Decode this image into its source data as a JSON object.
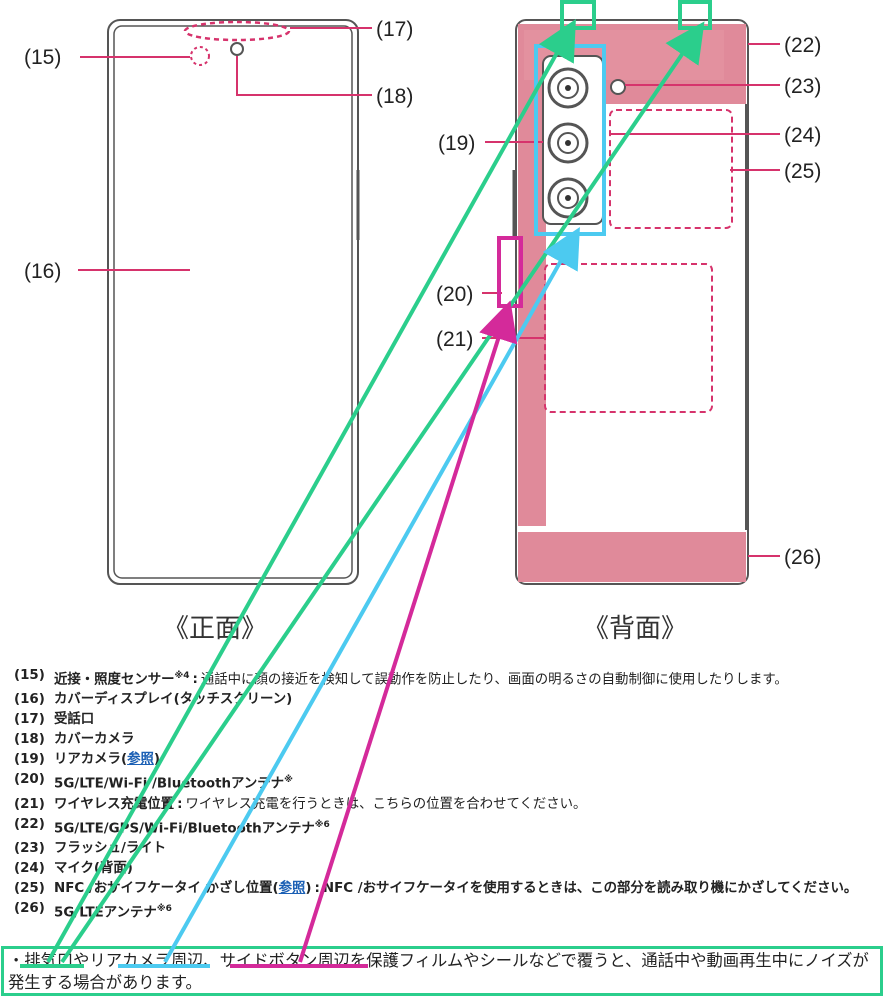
{
  "callouts": {
    "c15": "(15)",
    "c16": "(16)",
    "c17": "(17)",
    "c18": "(18)",
    "c19": "(19)",
    "c20": "(20)",
    "c21": "(21)",
    "c22": "(22)",
    "c23": "(23)",
    "c24": "(24)",
    "c25": "(25)",
    "c26": "(26)"
  },
  "captions": {
    "front": "《正面》",
    "back": "《背面》"
  },
  "items": [
    {
      "num": "(15)",
      "name": "近接・照度センサー",
      "sup": "※4",
      "sep": ":",
      "desc": "通話中に顔の接近を検知して誤動作を防止したり、画面の明るさの自動制御に使用したりします。"
    },
    {
      "num": "(16)",
      "name": "カバーディスプレイ(タッチスクリーン)"
    },
    {
      "num": "(17)",
      "name": "受話口"
    },
    {
      "num": "(18)",
      "name": "カバーカメラ"
    },
    {
      "num": "(19)",
      "name": "リアカメラ(",
      "link": "参照",
      "post": ")"
    },
    {
      "num": "(20)",
      "name": "5G/LTE/Wi-Fi /Bluetoothアンテナ",
      "sup": "※"
    },
    {
      "num": "(21)",
      "name": "ワイヤレス充電位置",
      "sep": ":",
      "desc": "ワイヤレス充電を行うときは、こちらの位置を合わせてください。"
    },
    {
      "num": "(22)",
      "name": "5G/LTE/GPS/Wi-Fi/Bluetoothアンテナ",
      "sup": "※6"
    },
    {
      "num": "(23)",
      "name": "フラッシュ/ライト"
    },
    {
      "num": "(24)",
      "name": "マイク(背面)"
    },
    {
      "num": "(25)",
      "name": "NFC /おサイフケータイ かざし位置(",
      "link": "参照",
      "post": ")",
      "sep": ":",
      "desc_bold": "NFC /おサイフケータイを使用するときは、この部分を読み取り機にかざしてください。"
    },
    {
      "num": "(26)",
      "name": "5G/LTEアンテナ",
      "sup": "※6"
    }
  ],
  "note": "・排気口やリアカメラ周辺、サイドボタン周辺を保護フィルムやシールなどで覆うと、通話中や動画再生中にノイズが発生する場合があります。",
  "colors": {
    "highlight_green": "#2bce8c",
    "highlight_blue": "#4ccaf0",
    "highlight_magenta": "#d42a9a",
    "back_pink": "#e08a9a",
    "phone_outline": "#555555"
  }
}
